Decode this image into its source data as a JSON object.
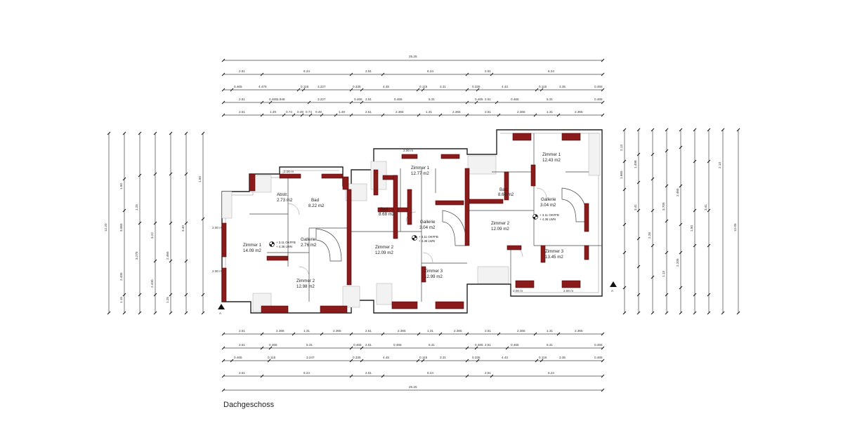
{
  "floor_title": "Dachgeschoss",
  "section_marker": "A",
  "colors": {
    "wall": "#8b1a1a",
    "line": "#222222",
    "background": "#ffffff"
  },
  "rooms": [
    {
      "id": "abstr",
      "name": "Abstr.",
      "area": "2.73 m2"
    },
    {
      "id": "bad-1",
      "name": "Bad",
      "area": "8.22 m2"
    },
    {
      "id": "zimmer1-a",
      "name": "Zimmer 1",
      "area": "14.09 m2"
    },
    {
      "id": "gallerie-a",
      "name": "Gallerie",
      "area": "2.76 m2"
    },
    {
      "id": "zimmer2-a",
      "name": "Zimmer 2",
      "area": "12.98 m2"
    },
    {
      "id": "zimmer1-b",
      "name": "Zimmer 1",
      "area": "12.77 m2"
    },
    {
      "id": "bad-2",
      "name": "Bad",
      "area": "8.68 m2"
    },
    {
      "id": "gallerie-b",
      "name": "Gallerie",
      "area": "3.04 m2"
    },
    {
      "id": "zimmer2-b",
      "name": "Zimmer 2",
      "area": "12.09 m2"
    },
    {
      "id": "zimmer3-b",
      "name": "Zimmer 3",
      "area": "12.99 m2"
    },
    {
      "id": "zimmer1-c",
      "name": "Zimmer 1",
      "area": "12.43 m2"
    },
    {
      "id": "bad-3",
      "name": "Bad",
      "area": "8.68 m2"
    },
    {
      "id": "gallerie-c",
      "name": "Gallerie",
      "area": "3.04 m2"
    },
    {
      "id": "zimmer2-c",
      "name": "Zimmer 2",
      "area": "12.09 m2"
    },
    {
      "id": "zimmer3-c",
      "name": "Zimmer 3",
      "area": "13.45 m2"
    }
  ],
  "levels": [
    {
      "id": "level-a",
      "line1": "+ 3.11 OKFFB",
      "line2": "+ 4.36 LWN"
    },
    {
      "id": "level-b",
      "line1": "+ 3.11 OKFFB",
      "line2": "+ 4.36 LWN"
    },
    {
      "id": "level-c",
      "line1": "+ 3.11 OKFFB",
      "line2": "+ 4.36 LWN"
    }
  ],
  "dimensions": {
    "top_overall": "25.25",
    "top_row2": [
      "2.51",
      "6.24",
      "2.51",
      "6.24",
      "2.51",
      "6.24"
    ],
    "top_row3": [
      "0.465",
      "4.478",
      "0.115",
      "3.227",
      "0.335",
      "4.45",
      "0.115",
      "3.31",
      "0.335",
      "4.43",
      "0.115",
      "3.35",
      "0.465"
    ],
    "top_row4": [
      "2.51",
      "0.465",
      "1.948",
      "3.227",
      "0.465",
      "2.51",
      "0.465",
      "5.31",
      "0.465",
      "2.51",
      "0.465",
      "5.31",
      "0.465"
    ],
    "top_row5": [
      "2.51",
      "1.49",
      "0.74",
      "0.49",
      "0.74",
      "0.49",
      "1.49",
      "2.51",
      "2.365",
      "1.31",
      "2.365",
      "2.51",
      "2.365",
      "1.31",
      "2.365"
    ],
    "bottom_row1": [
      "2.51",
      "2.365",
      "1.31",
      "2.365",
      "2.51",
      "2.365",
      "1.31",
      "2.365",
      "2.51",
      "2.365",
      "1.31",
      "2.365"
    ],
    "bottom_row2": [
      "2.51",
      "0.465",
      "5.31",
      "0.465",
      "2.51",
      "0.465",
      "5.31",
      "0.465",
      "2.51",
      "0.465",
      "5.31",
      "0.465"
    ],
    "bottom_row3": [
      "0.465",
      "0.115",
      "3.247",
      "0.335",
      "4.45",
      "0.115",
      "3.31",
      "0.335",
      "4.43",
      "0.115",
      "3.35",
      "0.465"
    ],
    "bottom_row4": [
      "2.51",
      "6.24",
      "2.51",
      "6.24",
      "2.51",
      "6.24"
    ],
    "bottom_overall": "25.25",
    "left_overall": "12.20",
    "left_vertical": [
      "1.15",
      "2.435",
      "3.065",
      "1.50",
      "3.275",
      "1.25",
      "2.440",
      "3.22",
      "1.25",
      "2.465",
      "3.40",
      "1.50"
    ],
    "right_overall": "12.05",
    "right_vertical": [
      "2.13",
      "1.665",
      "3.41",
      "1.498",
      "2.28",
      "3.705",
      "1.13",
      "2.465",
      "2.205",
      "1.50",
      "3.41",
      "2.13"
    ]
  },
  "window_heights": [
    "2.00 m",
    "2.00 m",
    "2.00 m",
    "2.00 m",
    "2.00 m",
    "2.00 m"
  ]
}
